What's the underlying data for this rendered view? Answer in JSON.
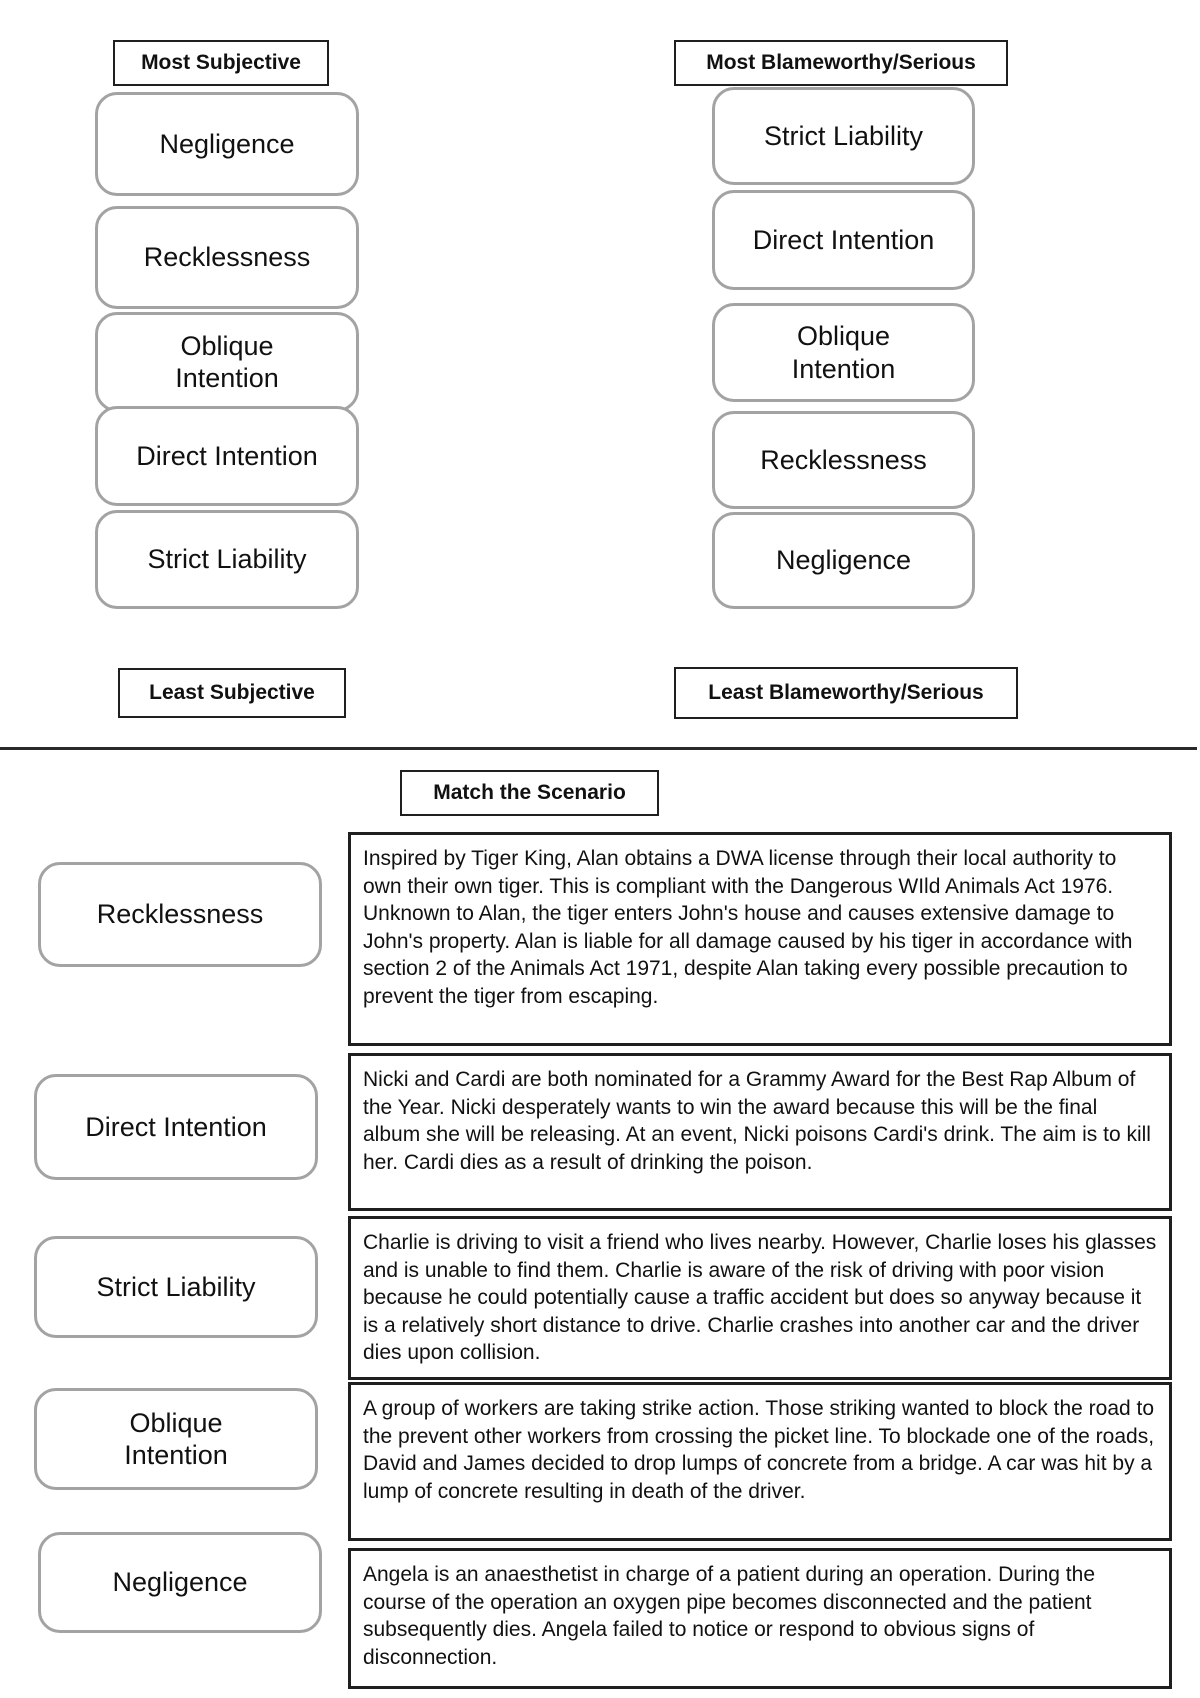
{
  "colors": {
    "card-border": "#a3a3a3",
    "box-border": "#1f1f1f",
    "divider": "#2a2a2a",
    "text": "#111111",
    "background": "#ffffff"
  },
  "rankings": {
    "subjective": {
      "top_label": "Most Subjective",
      "bottom_label": "Least Subjective",
      "items": [
        "Negligence",
        "Recklessness",
        "Oblique Intention",
        "Direct Intention",
        "Strict Liability"
      ]
    },
    "blameworthy": {
      "top_label": "Most Blameworthy/Serious",
      "bottom_label": "Least Blameworthy/Serious",
      "items": [
        "Strict Liability",
        "Direct Intention",
        "Oblique Intention",
        "Recklessness",
        "Negligence"
      ]
    }
  },
  "match_section": {
    "title": "Match the Scenario",
    "rows": [
      {
        "label": "Recklessness",
        "scenario": "Inspired by Tiger King, Alan obtains a DWA license through their local authority to own their own tiger. This is compliant with the Dangerous WIld Animals Act 1976. Unknown to Alan, the tiger enters John's house and causes extensive damage to John's property. Alan is liable for all damage caused by his tiger in accordance with section 2 of the Animals Act 1971, despite Alan taking every possible precaution to prevent the tiger from escaping."
      },
      {
        "label": "Direct Intention",
        "scenario": "Nicki and Cardi are both nominated for a Grammy Award for the Best Rap Album of the Year. Nicki desperately wants to win the award because this will be the final album she will be releasing. At an event, Nicki poisons Cardi's drink. The aim is to kill her. Cardi dies as a result of drinking the poison."
      },
      {
        "label": "Strict Liability",
        "scenario": "Charlie is driving to visit a friend who lives nearby. However, Charlie loses his glasses and is unable to find them. Charlie is aware of the risk of driving with poor vision because he could potentially cause a traffic accident but does so anyway because it is a relatively short distance to drive. Charlie crashes into another car and the driver dies upon collision."
      },
      {
        "label": "Oblique Intention",
        "scenario": "A group of workers are taking strike action. Those striking wanted to block the road to the prevent other workers from crossing the picket line. To blockade one of the roads, David and James decided to drop lumps of concrete from a bridge. A car was hit by a lump of concrete resulting in death of the driver."
      },
      {
        "label": "Negligence",
        "scenario": "Angela is an anaesthetist in charge of a patient during an operation. During the course of the operation an oxygen pipe becomes disconnected and the patient subsequently dies. Angela failed to notice or respond to obvious signs of disconnection."
      }
    ]
  }
}
